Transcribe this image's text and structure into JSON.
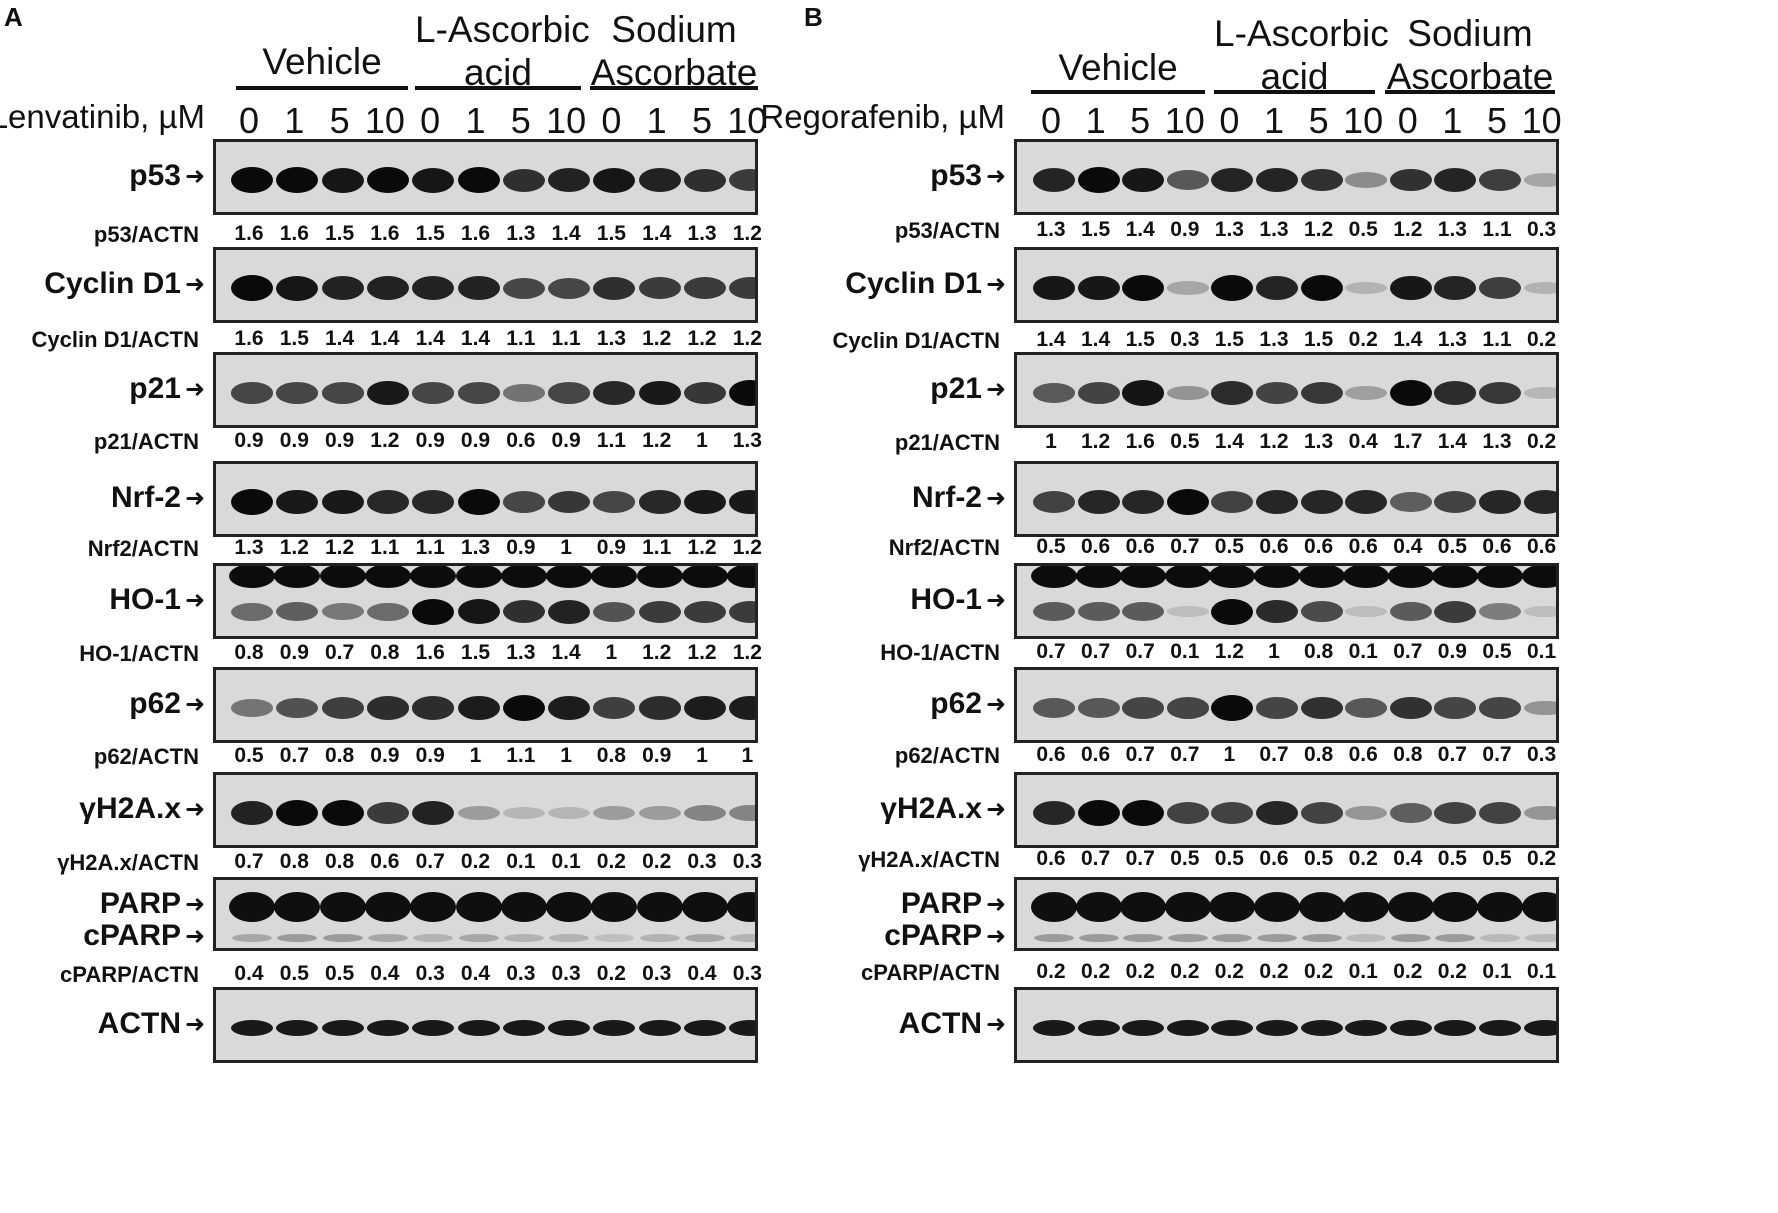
{
  "panels": [
    {
      "letter": "A",
      "drug_label": "Lenvatinib, µM",
      "lanes": [
        "0",
        "1",
        "5",
        "10",
        "0",
        "1",
        "5",
        "10",
        "0",
        "1",
        "5",
        "10"
      ],
      "groups": [
        {
          "lines": [
            "Vehicle"
          ]
        },
        {
          "lines": [
            "L-Ascorbic",
            "acid"
          ]
        },
        {
          "lines": [
            "Sodium",
            "Ascorbate"
          ]
        }
      ],
      "blots": [
        {
          "proteins": [
            "p53"
          ],
          "ratio_label": "p53/ACTN",
          "ratios": [
            "1.6",
            "1.6",
            "1.5",
            "1.6",
            "1.5",
            "1.6",
            "1.3",
            "1.4",
            "1.5",
            "1.4",
            "1.3",
            "1.2"
          ]
        },
        {
          "proteins": [
            "Cyclin D1"
          ],
          "ratio_label": "Cyclin D1/ACTN",
          "ratios": [
            "1.6",
            "1.5",
            "1.4",
            "1.4",
            "1.4",
            "1.4",
            "1.1",
            "1.1",
            "1.3",
            "1.2",
            "1.2",
            "1.2"
          ]
        },
        {
          "proteins": [
            "p21"
          ],
          "ratio_label": "p21/ACTN",
          "ratios": [
            "0.9",
            "0.9",
            "0.9",
            "1.2",
            "0.9",
            "0.9",
            "0.6",
            "0.9",
            "1.1",
            "1.2",
            "1",
            "1.3"
          ]
        },
        {
          "proteins": [
            "Nrf-2"
          ],
          "ratio_label": "Nrf2/ACTN",
          "ratios": [
            "1.3",
            "1.2",
            "1.2",
            "1.1",
            "1.1",
            "1.3",
            "0.9",
            "1",
            "0.9",
            "1.1",
            "1.2",
            "1.2"
          ]
        },
        {
          "proteins": [
            "HO-1"
          ],
          "ratio_label": "HO-1/ACTN",
          "ratios": [
            "0.8",
            "0.9",
            "0.7",
            "0.8",
            "1.6",
            "1.5",
            "1.3",
            "1.4",
            "1",
            "1.2",
            "1.2",
            "1.2"
          ]
        },
        {
          "proteins": [
            "p62"
          ],
          "ratio_label": "p62/ACTN",
          "ratios": [
            "0.5",
            "0.7",
            "0.8",
            "0.9",
            "0.9",
            "1",
            "1.1",
            "1",
            "0.8",
            "0.9",
            "1",
            "1"
          ]
        },
        {
          "proteins": [
            "γH2A.x"
          ],
          "ratio_label": "γH2A.x/ACTN",
          "ratios": [
            "0.7",
            "0.8",
            "0.8",
            "0.6",
            "0.7",
            "0.2",
            "0.1",
            "0.1",
            "0.2",
            "0.2",
            "0.3",
            "0.3"
          ]
        },
        {
          "proteins": [
            "PARP",
            "cPARP"
          ],
          "ratio_label": "cPARP/ACTN",
          "ratios": [
            "0.4",
            "0.5",
            "0.5",
            "0.4",
            "0.3",
            "0.4",
            "0.3",
            "0.3",
            "0.2",
            "0.3",
            "0.4",
            "0.3"
          ]
        },
        {
          "proteins": [
            "ACTN"
          ],
          "ratio_label": "",
          "ratios": []
        }
      ]
    },
    {
      "letter": "B",
      "drug_label": "Regorafenib, µM",
      "lanes": [
        "0",
        "1",
        "5",
        "10",
        "0",
        "1",
        "5",
        "10",
        "0",
        "1",
        "5",
        "10"
      ],
      "groups": [
        {
          "lines": [
            "Vehicle"
          ]
        },
        {
          "lines": [
            "L-Ascorbic",
            "acid"
          ]
        },
        {
          "lines": [
            "Sodium",
            "Ascorbate"
          ]
        }
      ],
      "blots": [
        {
          "proteins": [
            "p53"
          ],
          "ratio_label": "p53/ACTN",
          "ratios": [
            "1.3",
            "1.5",
            "1.4",
            "0.9",
            "1.3",
            "1.3",
            "1.2",
            "0.5",
            "1.2",
            "1.3",
            "1.1",
            "0.3"
          ]
        },
        {
          "proteins": [
            "Cyclin D1"
          ],
          "ratio_label": "Cyclin D1/ACTN",
          "ratios": [
            "1.4",
            "1.4",
            "1.5",
            "0.3",
            "1.5",
            "1.3",
            "1.5",
            "0.2",
            "1.4",
            "1.3",
            "1.1",
            "0.2"
          ]
        },
        {
          "proteins": [
            "p21"
          ],
          "ratio_label": "p21/ACTN",
          "ratios": [
            "1",
            "1.2",
            "1.6",
            "0.5",
            "1.4",
            "1.2",
            "1.3",
            "0.4",
            "1.7",
            "1.4",
            "1.3",
            "0.2"
          ]
        },
        {
          "proteins": [
            "Nrf-2"
          ],
          "ratio_label": "Nrf2/ACTN",
          "ratios": [
            "0.5",
            "0.6",
            "0.6",
            "0.7",
            "0.5",
            "0.6",
            "0.6",
            "0.6",
            "0.4",
            "0.5",
            "0.6",
            "0.6"
          ]
        },
        {
          "proteins": [
            "HO-1"
          ],
          "ratio_label": "HO-1/ACTN",
          "ratios": [
            "0.7",
            "0.7",
            "0.7",
            "0.1",
            "1.2",
            "1",
            "0.8",
            "0.1",
            "0.7",
            "0.9",
            "0.5",
            "0.1"
          ]
        },
        {
          "proteins": [
            "p62"
          ],
          "ratio_label": "p62/ACTN",
          "ratios": [
            "0.6",
            "0.6",
            "0.7",
            "0.7",
            "1",
            "0.7",
            "0.8",
            "0.6",
            "0.8",
            "0.7",
            "0.7",
            "0.3"
          ]
        },
        {
          "proteins": [
            "γH2A.x"
          ],
          "ratio_label": "γH2A.x/ACTN",
          "ratios": [
            "0.6",
            "0.7",
            "0.7",
            "0.5",
            "0.5",
            "0.6",
            "0.5",
            "0.2",
            "0.4",
            "0.5",
            "0.5",
            "0.2"
          ]
        },
        {
          "proteins": [
            "PARP",
            "cPARP"
          ],
          "ratio_label": "cPARP/ACTN",
          "ratios": [
            "0.2",
            "0.2",
            "0.2",
            "0.2",
            "0.2",
            "0.2",
            "0.2",
            "0.1",
            "0.2",
            "0.2",
            "0.1",
            "0.1"
          ]
        },
        {
          "proteins": [
            "ACTN"
          ],
          "ratio_label": "",
          "ratios": []
        }
      ]
    }
  ]
}
